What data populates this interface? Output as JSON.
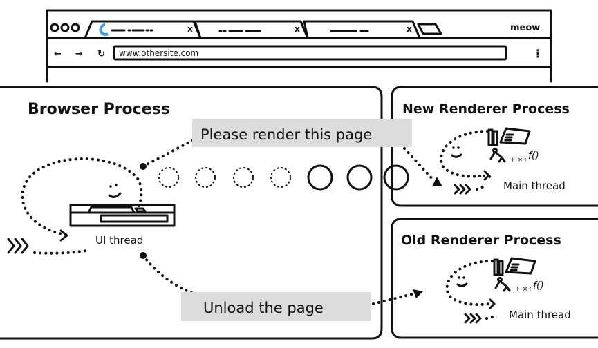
{
  "browser_window": {
    "tabs": [
      {
        "close": "x"
      },
      {
        "close": "x"
      },
      {
        "close": "x"
      }
    ],
    "profile_label": "meow",
    "nav": {
      "back": "←",
      "forward": "→",
      "reload": "↻"
    },
    "address": "www.othersite.com",
    "menu": "⋮",
    "favicon_color": "#3a9be8"
  },
  "browser_process": {
    "title": "Browser Process",
    "ui_thread_label": "UI thread"
  },
  "new_renderer": {
    "title": "New Renderer Process",
    "main_thread_label": "Main thread"
  },
  "old_renderer": {
    "title": "Old Renderer Process",
    "main_thread_label": "Main thread"
  },
  "messages": {
    "render": "Please render this page",
    "unload": "Unload the page"
  },
  "colors": {
    "label_bg": "#dcdcdc",
    "ink": "#111111"
  },
  "icons": [
    "favicon-spinner-icon",
    "back-arrow-icon",
    "forward-arrow-icon",
    "reload-icon",
    "menu-dots-icon",
    "smiley-thread-icon",
    "chevron-triple-icon",
    "tools-book-icon",
    "tree-icon",
    "math-icon",
    "function-icon"
  ]
}
